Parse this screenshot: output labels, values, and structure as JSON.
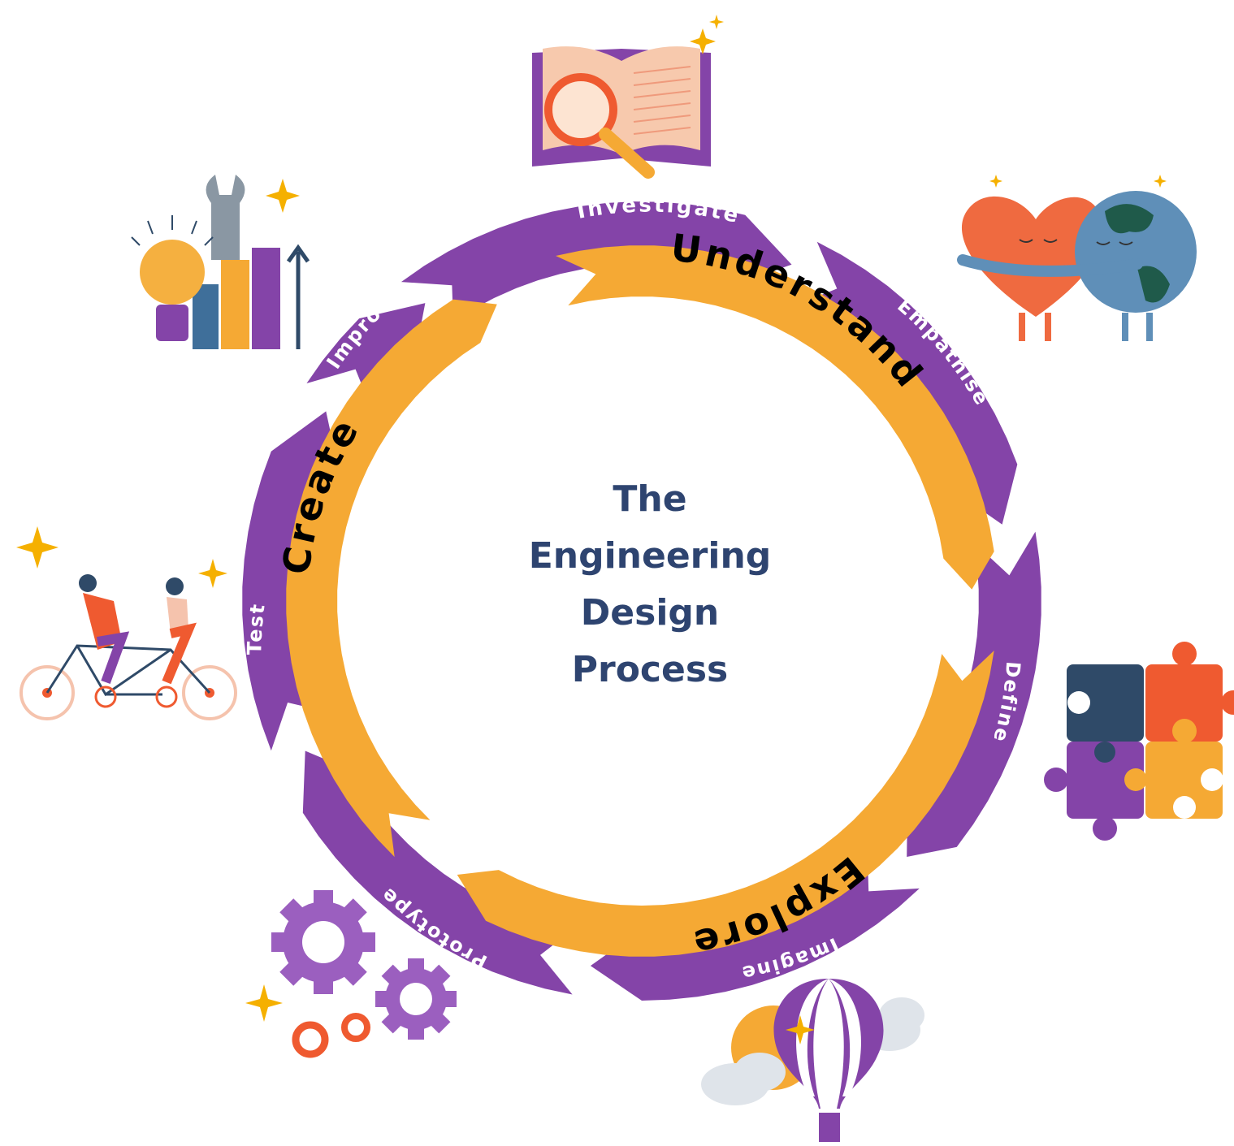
{
  "center_title": [
    "The",
    "Engineering",
    "Design",
    "Process"
  ],
  "phases": [
    {
      "label": "Understand"
    },
    {
      "label": "Explore"
    },
    {
      "label": "Create"
    }
  ],
  "steps": [
    {
      "label": "Investigate",
      "icon": "book-magnifier-icon"
    },
    {
      "label": "Empathise",
      "icon": "heart-hugging-globe-icon"
    },
    {
      "label": "Define",
      "icon": "puzzle-pieces-icon"
    },
    {
      "label": "Imagine",
      "icon": "hot-air-balloon-icon"
    },
    {
      "label": "Prototype",
      "icon": "gears-icon"
    },
    {
      "label": "Test",
      "icon": "tandem-bicycle-icon"
    },
    {
      "label": "Improve",
      "icon": "bulb-wrench-chart-icon"
    }
  ],
  "colors": {
    "outer_ring": "#8444a8",
    "inner_ring": "#f5a934",
    "title": "#2e4470",
    "accent_orange": "#ef5a30",
    "accent_gold": "#f5b000",
    "navy": "#2f4a68"
  }
}
